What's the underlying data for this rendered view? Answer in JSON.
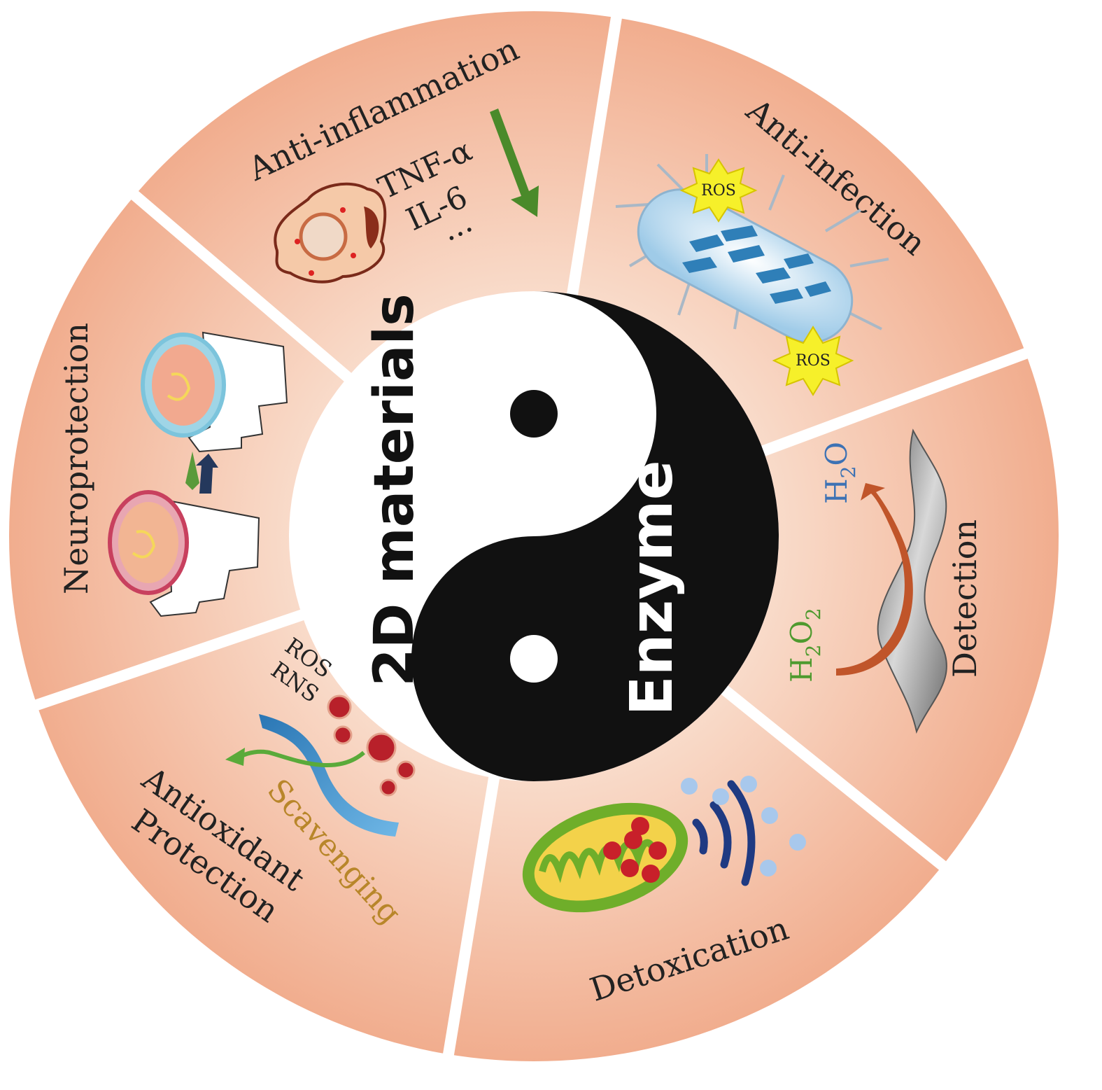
{
  "center": {
    "left_label": "2D materials",
    "right_label": "Enzyme"
  },
  "segments": {
    "anti_inflammation": {
      "title": "Anti-inflammation",
      "markers": [
        "TNF-α",
        "IL-6",
        "..."
      ]
    },
    "anti_infection": {
      "title": "Anti-infection",
      "ros_1": "ROS",
      "ros_2": "ROS"
    },
    "detection": {
      "title": "Detection",
      "product_main": "H",
      "product_sub": "2",
      "product_end": "O",
      "substrate_main": "H",
      "substrate_sub1": "2",
      "substrate_mid": "O",
      "substrate_sub2": "2"
    },
    "detoxication": {
      "title": "Detoxication"
    },
    "antioxidant": {
      "title_line1": "Antioxidant",
      "title_line2": "Protection",
      "ros": "ROS",
      "rns": "RNS",
      "scavenging": "Scavenging"
    },
    "neuroprotection": {
      "title": "Neuroprotection"
    }
  },
  "colors": {
    "segment_fill": "#f2b79a",
    "segment_fill_inner": "#f8d8c6",
    "yin": "#111111",
    "yang": "#ffffff",
    "arrow_green": "#4a8a2a",
    "scavenging_text": "#b8862a",
    "h2o_text": "#3d72b4",
    "h2o2_text": "#4e9a2e"
  }
}
